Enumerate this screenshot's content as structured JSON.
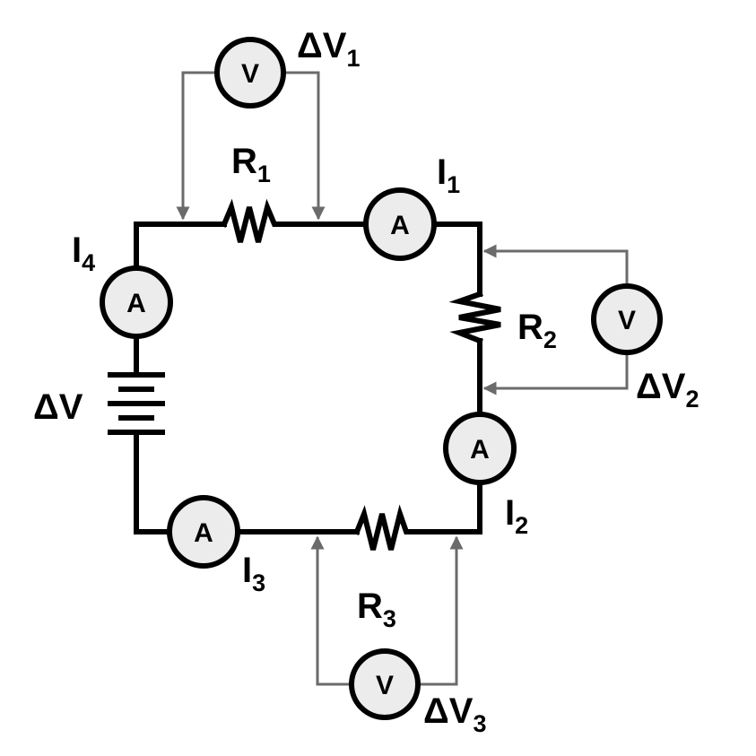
{
  "colors": {
    "wire": "#000000",
    "lead": "#6b6b6b",
    "meter_fill": "#ececec"
  },
  "meters": {
    "voltmeter_letter": "V",
    "ammeter_letter": "A"
  },
  "labels": {
    "dv1": {
      "main": "ΔV",
      "sub": "1"
    },
    "dv2": {
      "main": "ΔV",
      "sub": "2"
    },
    "dv3": {
      "main": "ΔV",
      "sub": "3"
    },
    "r1": {
      "main": "R",
      "sub": "1"
    },
    "r2": {
      "main": "R",
      "sub": "2"
    },
    "r3": {
      "main": "R",
      "sub": "3"
    },
    "i1": {
      "main": "I",
      "sub": "1"
    },
    "i2": {
      "main": "I",
      "sub": "2"
    },
    "i3": {
      "main": "I",
      "sub": "3"
    },
    "i4": {
      "main": "I",
      "sub": "4"
    },
    "battery": {
      "main": "ΔV"
    }
  }
}
